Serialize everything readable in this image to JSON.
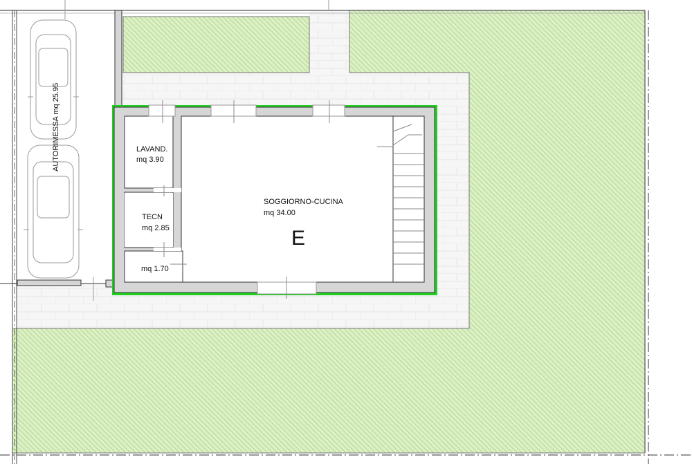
{
  "plan": {
    "unit_label": "E",
    "rooms": [
      {
        "name": "SOGGIORNO-CUCINA",
        "area": "mq 34.00"
      },
      {
        "name": "LAVAND.",
        "area": "mq 3.90"
      },
      {
        "name": "TECN",
        "area": "mq 2.85"
      },
      {
        "name": "",
        "area": "mq 1.70"
      }
    ],
    "garage_label": "AUTORIMESSA mq 25.95"
  },
  "colors": {
    "lawn": "#d3ecb6",
    "lawn_hatch": "#9fd173",
    "wall": "#d6d6d6",
    "insulation": "#22cc22",
    "paving": "#f3f3f3"
  }
}
